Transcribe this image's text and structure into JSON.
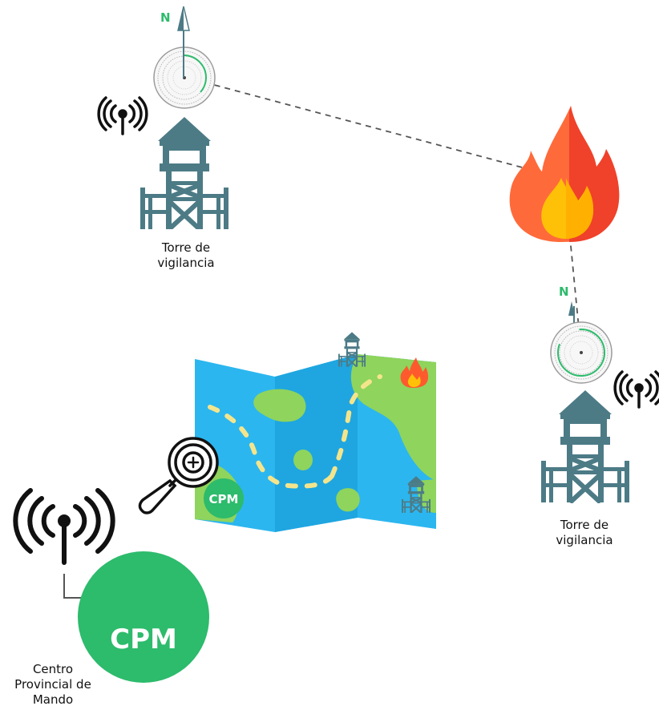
{
  "compass_letter": "N",
  "tower_left": {
    "label_line1": "Torre de",
    "label_line2": "vigilancia"
  },
  "tower_right": {
    "label_line1": "Torre de",
    "label_line2": "vigilancia"
  },
  "map": {
    "badge": "CPM"
  },
  "command_center": {
    "badge": "CPM",
    "label_line1": "Centro",
    "label_line2": "Provincial de",
    "label_line3": "Mando"
  },
  "colors": {
    "tower": "#4c7b86",
    "accent_green": "#2dbb6c",
    "fire_outer": "#ff5a2e",
    "fire_inner": "#ffc107",
    "map_water": "#2cb6ef",
    "map_land": "#8fd45c",
    "dashed_line": "#555555"
  },
  "icons": [
    "compass-icon",
    "north-arrow-icon",
    "signal-icon",
    "watchtower-icon",
    "fire-icon",
    "map-icon",
    "magnifier-icon",
    "antenna-icon"
  ]
}
